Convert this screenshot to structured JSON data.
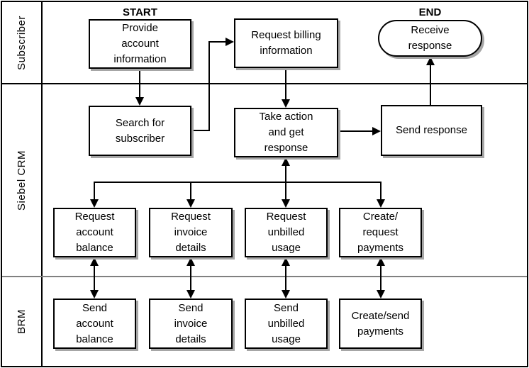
{
  "diagram": {
    "lanes": [
      {
        "label": "Subscriber"
      },
      {
        "label": "Siebel CRM"
      },
      {
        "label": "BRM"
      }
    ],
    "markers": {
      "start": "START",
      "end": "END"
    },
    "nodes": {
      "provide_account": {
        "label": "Provide\naccount\ninformation",
        "shape": "rect",
        "lane": "Subscriber"
      },
      "request_billing": {
        "label": "Request billing\ninformation",
        "shape": "rect",
        "lane": "Subscriber"
      },
      "receive_response": {
        "label": "Receive\nresponse",
        "shape": "terminator",
        "lane": "Subscriber"
      },
      "search_subscriber": {
        "label": "Search for\nsubscriber",
        "shape": "rect",
        "lane": "Siebel CRM"
      },
      "take_action": {
        "label": "Take action\nand get\nresponse",
        "shape": "rect",
        "lane": "Siebel CRM"
      },
      "send_response": {
        "label": "Send response",
        "shape": "rect",
        "lane": "Siebel CRM"
      },
      "request_account_balance": {
        "label": "Request\naccount\nbalance",
        "shape": "rect",
        "lane": "Siebel CRM"
      },
      "request_invoice_details": {
        "label": "Request\ninvoice\ndetails",
        "shape": "rect",
        "lane": "Siebel CRM"
      },
      "request_unbilled_usage": {
        "label": "Request\nunbilled\nusage",
        "shape": "rect",
        "lane": "Siebel CRM"
      },
      "create_request_payments": {
        "label": "Create/\nrequest\npayments",
        "shape": "rect",
        "lane": "Siebel CRM"
      },
      "send_account_balance": {
        "label": "Send\naccount\nbalance",
        "shape": "rect",
        "lane": "BRM"
      },
      "send_invoice_details": {
        "label": "Send\ninvoice\ndetails",
        "shape": "rect",
        "lane": "BRM"
      },
      "send_unbilled_usage": {
        "label": "Send\nunbilled\nusage",
        "shape": "rect",
        "lane": "BRM"
      },
      "create_send_payments": {
        "label": "Create/send\npayments",
        "shape": "rect",
        "lane": "BRM"
      }
    },
    "edges": [
      {
        "from": "provide_account",
        "to": "search_subscriber",
        "arrow": "single"
      },
      {
        "from": "search_subscriber",
        "to": "request_billing",
        "arrow": "single"
      },
      {
        "from": "request_billing",
        "to": "take_action",
        "arrow": "single"
      },
      {
        "from": "take_action",
        "to": "send_response",
        "arrow": "single"
      },
      {
        "from": "send_response",
        "to": "receive_response",
        "arrow": "single"
      },
      {
        "from": "take_action",
        "to": "request_account_balance",
        "arrow": "single",
        "via": "bus"
      },
      {
        "from": "take_action",
        "to": "request_invoice_details",
        "arrow": "single",
        "via": "bus"
      },
      {
        "from": "take_action",
        "to": "request_unbilled_usage",
        "arrow": "double",
        "via": "bus"
      },
      {
        "from": "take_action",
        "to": "create_request_payments",
        "arrow": "single",
        "via": "bus"
      },
      {
        "from": "request_account_balance",
        "to": "send_account_balance",
        "arrow": "double"
      },
      {
        "from": "request_invoice_details",
        "to": "send_invoice_details",
        "arrow": "double"
      },
      {
        "from": "request_unbilled_usage",
        "to": "send_unbilled_usage",
        "arrow": "double"
      },
      {
        "from": "create_request_payments",
        "to": "create_send_payments",
        "arrow": "double"
      }
    ],
    "colors": {
      "line": "#000000",
      "border": "#000000",
      "fill": "#ffffff",
      "shadow": "#a6a6a6",
      "lane_divider_gray": "#808080"
    }
  }
}
